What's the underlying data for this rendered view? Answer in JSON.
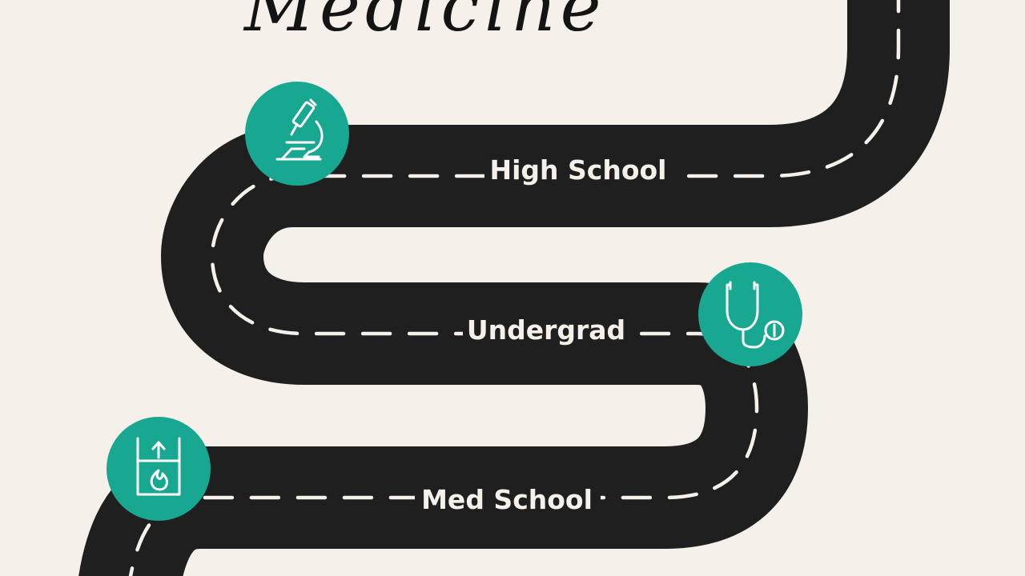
{
  "title": "Medicine",
  "stages": [
    {
      "label": "High School",
      "icon": "microscope-icon"
    },
    {
      "label": "Undergrad",
      "icon": "stethoscope-icon"
    },
    {
      "label": "Med School",
      "icon": "lab-flask-icon"
    }
  ],
  "colors": {
    "background": "#f5f0ea",
    "road": "#1f1f1f",
    "road_dash": "#f5f0ea",
    "icon_circle": "#18a892",
    "icon_line": "#ffffff",
    "title_text": "#141414"
  }
}
